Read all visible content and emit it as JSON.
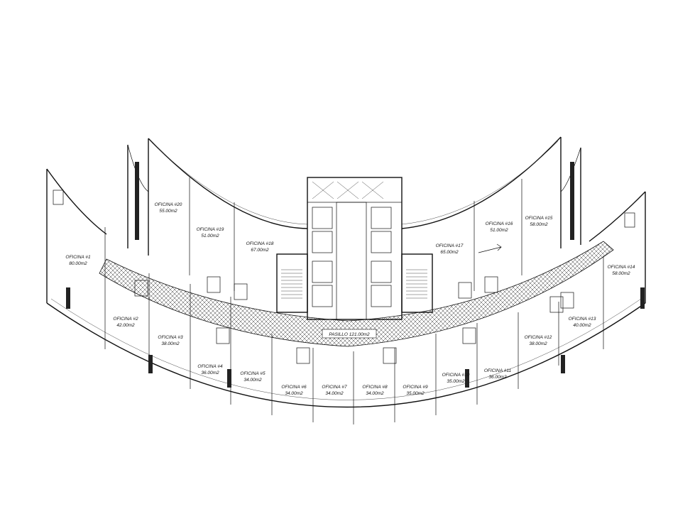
{
  "offices": [
    {
      "id": "oficina-1",
      "name": "OFICINA #1",
      "area": "80.00m2"
    },
    {
      "id": "oficina-2",
      "name": "OFICINA #2",
      "area": "42.00m2"
    },
    {
      "id": "oficina-3",
      "name": "OFICINA #3",
      "area": "38.00m2"
    },
    {
      "id": "oficina-4",
      "name": "OFICINA #4",
      "area": "36.00m2"
    },
    {
      "id": "oficina-5",
      "name": "OFICINA #5",
      "area": "34.00m2"
    },
    {
      "id": "oficina-6",
      "name": "OFICINA #6",
      "area": "34.00m2"
    },
    {
      "id": "oficina-7",
      "name": "OFICINA #7",
      "area": "34.00m2"
    },
    {
      "id": "oficina-8",
      "name": "OFICINA #8",
      "area": "34.00m2"
    },
    {
      "id": "oficina-9",
      "name": "OFICINA #9",
      "area": "35.00m2"
    },
    {
      "id": "oficina-10",
      "name": "OFICINA #10",
      "area": "35.00m2"
    },
    {
      "id": "oficina-11",
      "name": "OFICINA #11",
      "area": "36.00m2"
    },
    {
      "id": "oficina-12",
      "name": "OFICINA #12",
      "area": "38.00m2"
    },
    {
      "id": "oficina-13",
      "name": "OFICINA #13",
      "area": "40.00m2"
    },
    {
      "id": "oficina-14",
      "name": "OFICINA #14",
      "area": "58.00m2"
    },
    {
      "id": "oficina-15",
      "name": "OFICINA #15",
      "area": "58.00m2"
    },
    {
      "id": "oficina-16",
      "name": "OFICINA #16",
      "area": "51.00m2"
    },
    {
      "id": "oficina-17",
      "name": "OFICINA #17",
      "area": "65.00m2"
    },
    {
      "id": "oficina-18",
      "name": "OFICINA #18",
      "area": "67.00m2"
    },
    {
      "id": "oficina-19",
      "name": "OFICINA #19",
      "area": "51.00m2"
    },
    {
      "id": "oficina-20",
      "name": "OFICINA #20",
      "area": "55.00m2"
    }
  ],
  "corridor": {
    "label": "PASILLO 121.00m2"
  },
  "colors": {
    "line": "#111111",
    "background": "#ffffff",
    "hatch": "#333333"
  }
}
